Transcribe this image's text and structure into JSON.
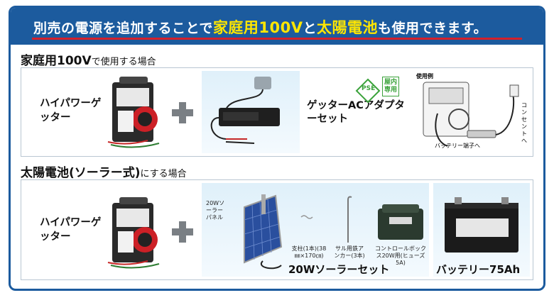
{
  "banner": {
    "part1": "別売の電源を追加することで",
    "hl1": "家庭用100V",
    "part2": "と",
    "hl2": "太陽電池",
    "part3": "も使用できます。"
  },
  "section_home": {
    "title_big": "家庭用100V",
    "title_small": "で使用する場合",
    "product_name": "ハイパワーゲッター",
    "adapter_name": "ゲッターACアダプターセット",
    "pse_mark": "PSE",
    "indoor_stamp": "屋内専用",
    "usage_label": "使用例",
    "outlet_label": "コンセントへ",
    "battery_terminal_label": "バッテリー端子へ"
  },
  "section_solar": {
    "title_big": "太陽電池(ソーラー式)",
    "title_small": "にする場合",
    "product_name": "ハイパワーゲッター",
    "panel_label": "20Wソーラーパネル",
    "pole_label": "支柱(1本)(38㎜×170㎝)",
    "anchor_label": "サル用鉄アンカー(3本)",
    "control_box_label": "コントロールボックス20W用(ヒューズ 5A)",
    "solar_set_name": "20Wソーラーセット",
    "battery_name": "バッテリー75Ah"
  },
  "colors": {
    "frame_blue": "#1c5b9e",
    "highlight_yellow": "#ffe600",
    "underline_red": "#d4202a",
    "pse_green": "#3aa23a",
    "plus_gray": "#7a7f84"
  }
}
